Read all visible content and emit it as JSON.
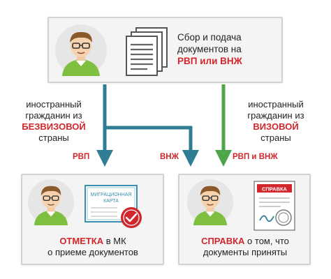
{
  "top_box": {
    "line1": "Сбор и подача",
    "line2": "документов на",
    "line3_highlight": "РВП или ВНЖ"
  },
  "left_branch": {
    "text_line1": "иностранный",
    "text_line2": "гражданин из",
    "text_highlight": "БЕЗВИЗОВОЙ",
    "text_line4": "страны",
    "arrow_label": "РВП"
  },
  "middle_branch": {
    "arrow_label": "ВНЖ"
  },
  "right_branch": {
    "text_line1": "иностранный",
    "text_line2": "гражданин из",
    "text_highlight": "ВИЗОВОЙ",
    "text_line4": "страны",
    "arrow_label": "РВП и ВНЖ"
  },
  "bottom_left_box": {
    "card_title_line1": "МИГРАЦИОННАЯ",
    "card_title_line2": "КАРТА",
    "highlight": "ОТМЕТКА",
    "rest_line1": " в МК",
    "line2": "о приеме документов"
  },
  "bottom_right_box": {
    "cert_title": "СПРАВКА",
    "highlight": "СПРАВКА",
    "rest_line1": " о том, что",
    "line2": "документы приняты"
  },
  "colors": {
    "accent_red": "#d0262c",
    "arrow_teal": "#2f7e94",
    "arrow_green": "#4ea64a",
    "box_bg": "#f4f4f4",
    "box_border": "#d2d2d2"
  }
}
